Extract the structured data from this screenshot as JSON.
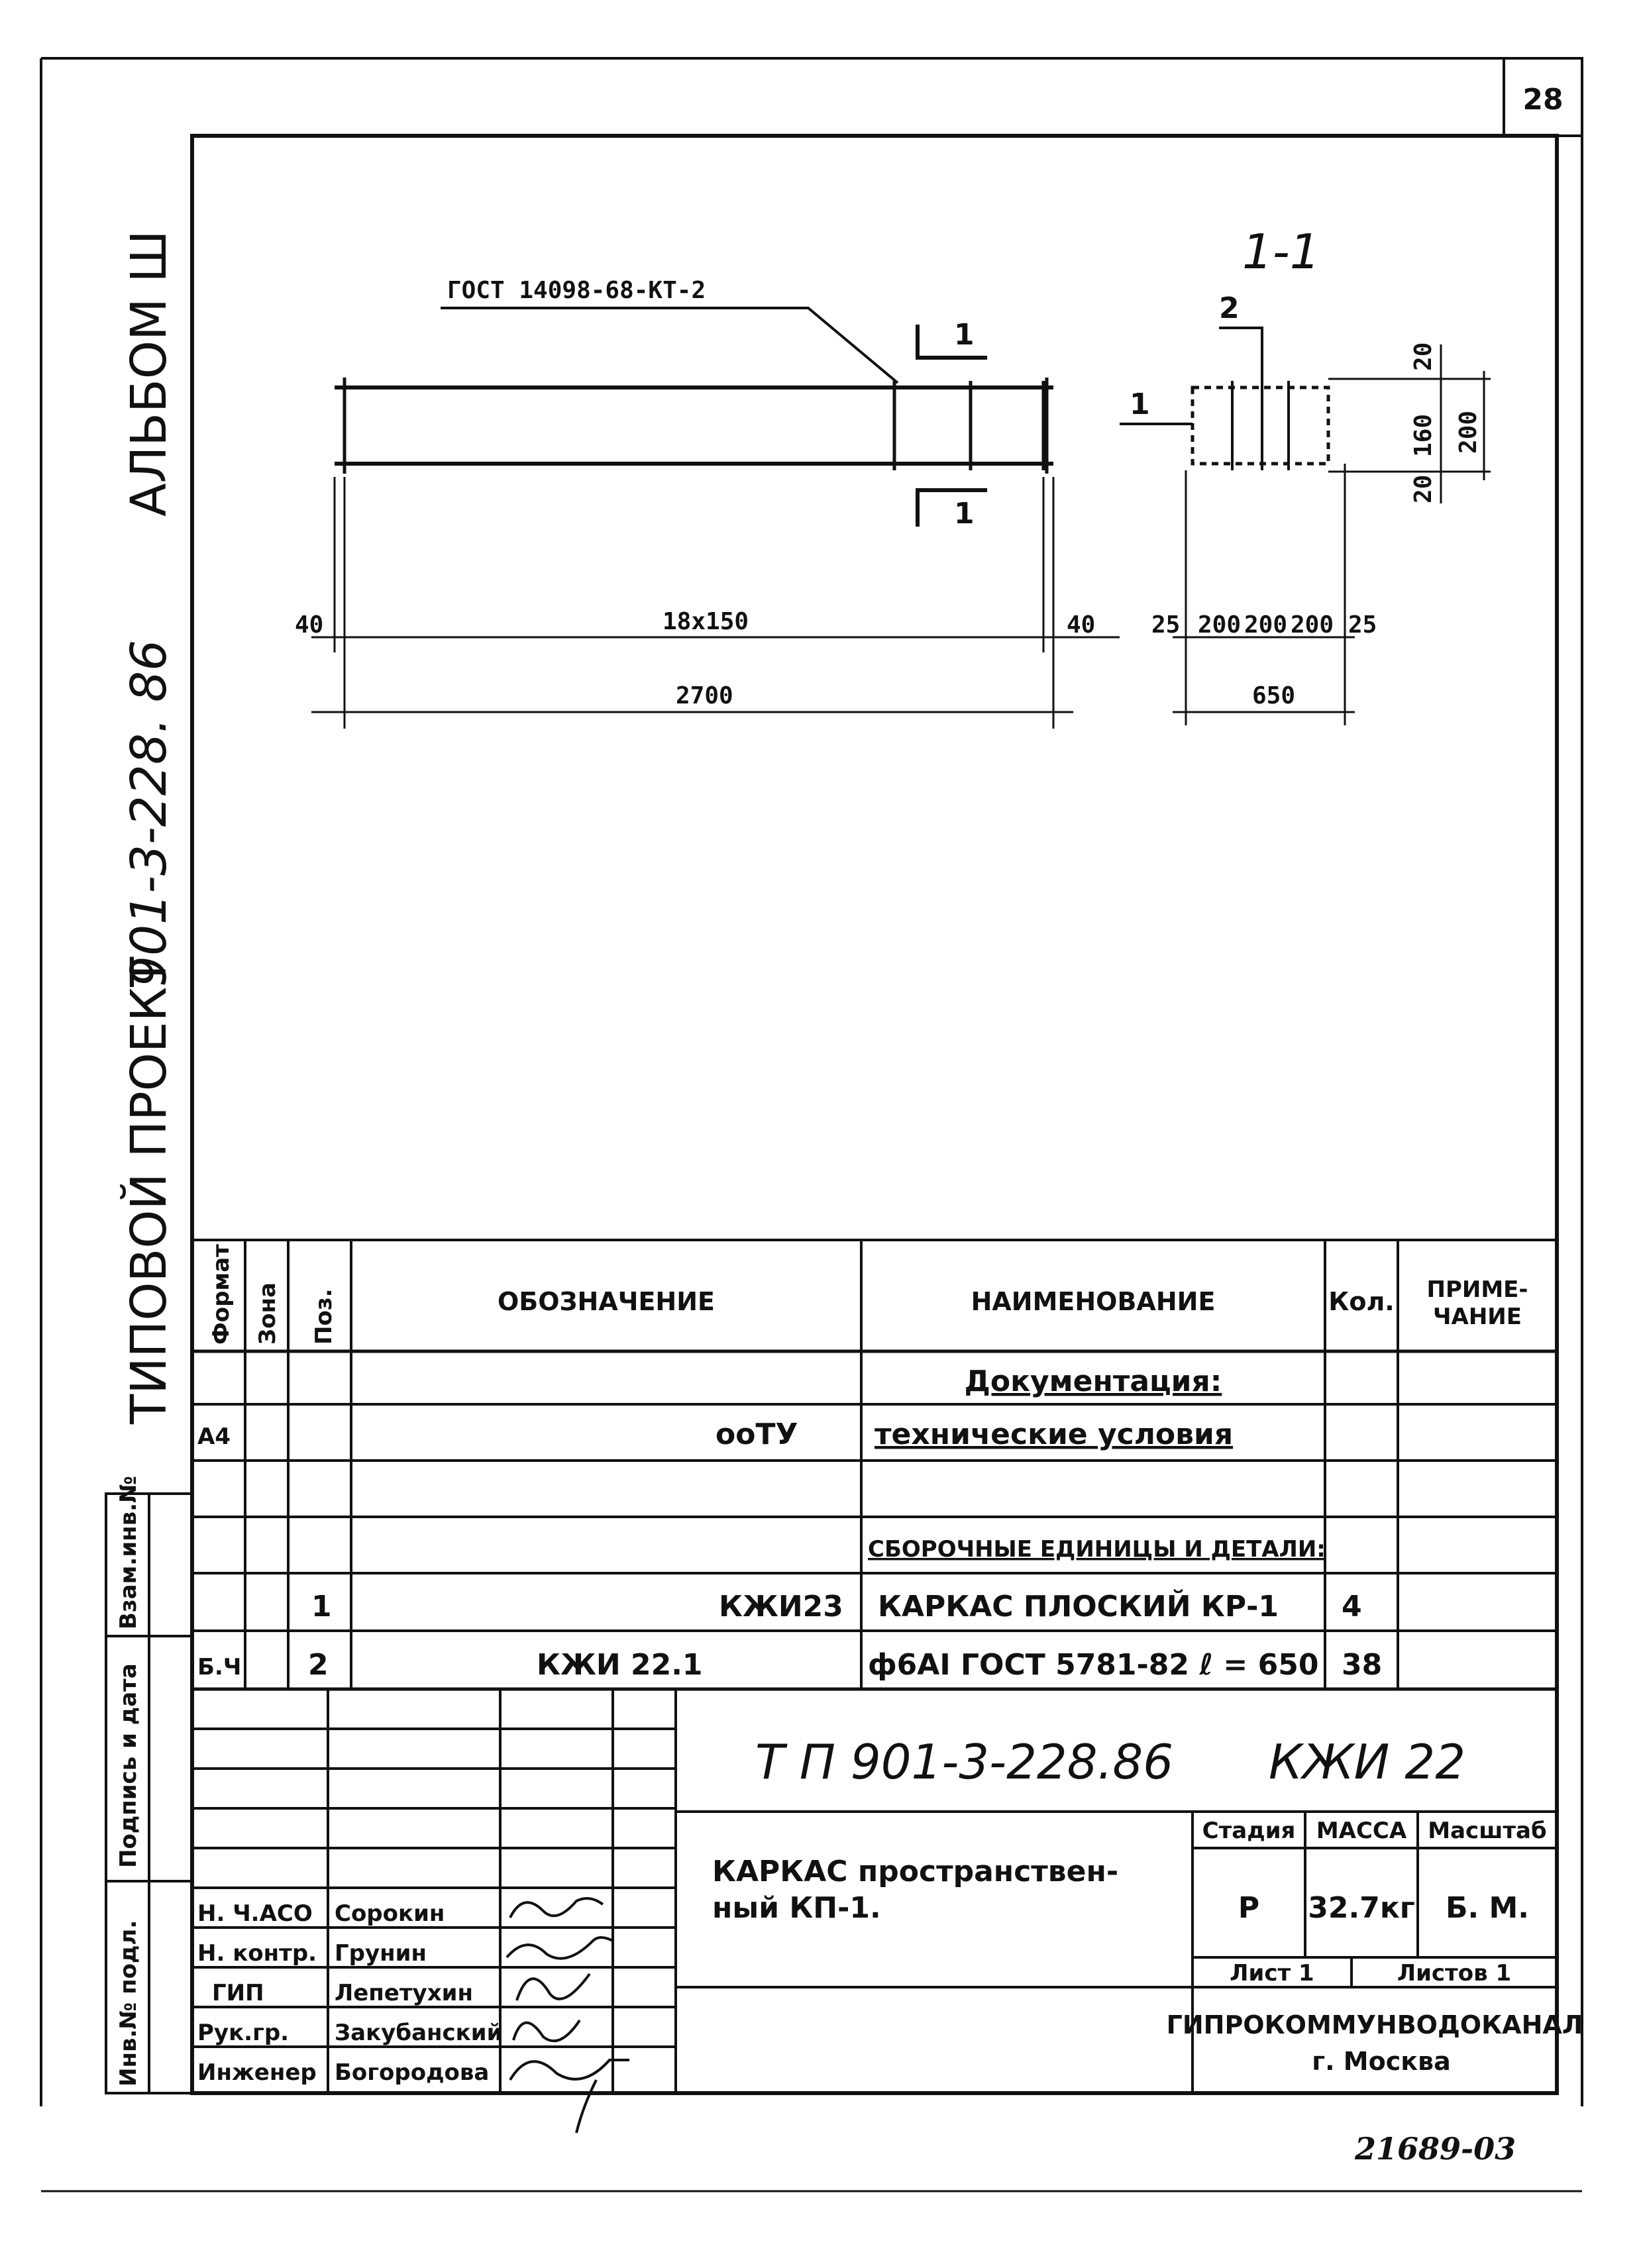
{
  "sheet_number": "28",
  "side_title": {
    "part1": "ТИПОВОЙ ПРОЕКТ",
    "part2": "901-3-228. 86",
    "part3": "АЛЬБОМ Ш"
  },
  "side_stamp": {
    "inv_orig": "Инв.№ подл.",
    "sign_date": "Подпись и дата",
    "replaced": "Взам.инв.№"
  },
  "drawing": {
    "gost_callout": "ГОСТ 14098-68-КТ-2",
    "section_mark": "1",
    "section_title": "1-1",
    "bar_mark_1": "1",
    "bar_mark_2": "2",
    "dims": {
      "left_end": "40",
      "middle": "18х150",
      "right_end": "40",
      "overall": "2700",
      "sec_edge_left": "25",
      "sec_200_a": "200",
      "sec_200_b": "200",
      "sec_200_c": "200",
      "sec_edge_right": "25",
      "sec_overall": "650",
      "v_top": "20",
      "v_mid": "160",
      "v_bot": "20",
      "v_total": "200"
    }
  },
  "spec_table": {
    "headers": {
      "format": "Формат",
      "zone": "Зона",
      "pos": "Поз.",
      "designation": "ОБОЗНАЧЕНИЕ",
      "name": "НАИМЕНОВАНИЕ",
      "qty": "Кол.",
      "note": "ПРИМЕ-\nЧАНИЕ"
    },
    "rows": [
      {
        "format": "",
        "zone": "",
        "pos": "",
        "designation": "",
        "name": "Документация:",
        "qty": "",
        "note": ""
      },
      {
        "format": "А4",
        "zone": "",
        "pos": "",
        "designation": "ооТУ",
        "name": "технические условия",
        "qty": "",
        "note": ""
      },
      {
        "format": "",
        "zone": "",
        "pos": "",
        "designation": "",
        "name": "",
        "qty": "",
        "note": ""
      },
      {
        "format": "",
        "zone": "",
        "pos": "",
        "designation": "",
        "name": "СБОРОЧНЫЕ ЕДИНИЦЫ И ДЕТАЛИ:",
        "qty": "",
        "note": ""
      },
      {
        "format": "",
        "zone": "",
        "pos": "1",
        "designation": "КЖИ23",
        "name": "КАРКАС ПЛОСКИЙ   КР-1",
        "qty": "4",
        "note": ""
      },
      {
        "format": "Б.Ч",
        "zone": "",
        "pos": "2",
        "designation": "КЖИ 22.1",
        "name": "ф6АI ГОСТ 5781-82  ℓ = 650",
        "qty": "38",
        "note": ""
      }
    ]
  },
  "title_block": {
    "project_code": "Т П 901-3-228.86",
    "doc_code": "КЖИ 22",
    "object_name_1": "КАРКАС   пространствен-",
    "object_name_2": "ный       КП-1.",
    "stage_label": "Стадия",
    "mass_label": "МАССА",
    "scale_label": "Масштаб",
    "stage": "Р",
    "mass": "32.7кг",
    "scale": "Б. М.",
    "sheet_label": "Лист 1",
    "sheets_label": "Листов 1",
    "org_1": "ГИПРОКОММУНВОДОКАНАЛ",
    "org_2": "г. Москва",
    "people": [
      {
        "role": "Н. Ч.АСО",
        "name": "Сорокин"
      },
      {
        "role": "Н. контр.",
        "name": "Грунин"
      },
      {
        "role": "ГИП",
        "name": "Лепетухин"
      },
      {
        "role": "Рук.гр.",
        "name": "Закубанский"
      },
      {
        "role": "Инженер",
        "name": "Богородова"
      }
    ]
  },
  "footer_code": "21689-03"
}
